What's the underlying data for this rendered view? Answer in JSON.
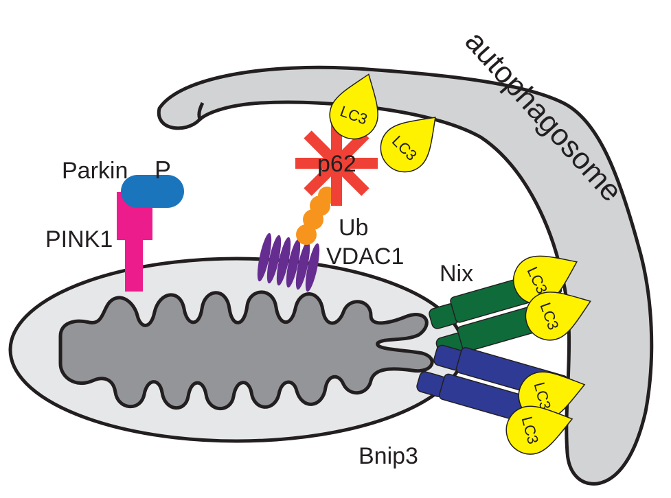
{
  "labels": {
    "autophagosome": "autophagosome",
    "parkin": "Parkin",
    "phospho": "P",
    "pink1": "PINK1",
    "p62": "p62",
    "ub": "Ub",
    "vdac1": "VDAC1",
    "nix": "Nix",
    "bnip3": "Bnip3",
    "lc3": "LC3"
  },
  "colors": {
    "autophagosome": "#d1d3d4",
    "mitochondrion_outer": "#e6e7e8",
    "cristae": "#939598",
    "parkin": "#1b75bc",
    "pink1": "#ec1c8c",
    "p62": "#ef4136",
    "ub": "#f7941d",
    "vdac1": "#662d91",
    "nix": "#0f6b3a",
    "bnip3": "#2e3a94",
    "lc3": "#fff200"
  }
}
